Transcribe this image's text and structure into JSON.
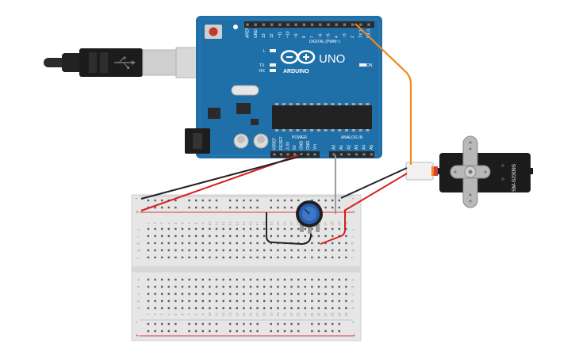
{
  "arduino": {
    "brand": "ARDUINO",
    "model": "UNO",
    "digital_header_label": "DIGITAL (PWM~)",
    "power_label": "POWER",
    "analog_label": "ANALOG IN",
    "on_label": "ON",
    "led_l": "L",
    "led_tx": "TX",
    "led_rx": "RX",
    "digital_pins": [
      "AREF",
      "GND",
      "13",
      "12",
      "~11",
      "~10",
      "~9",
      "8",
      "7",
      "~6",
      "~5",
      "4",
      "~3",
      "2",
      "TX 1",
      "RX 0"
    ],
    "power_pins": [
      "IOREF",
      "RESET",
      "3.3V",
      "5V",
      "GND",
      "GND",
      "Vin"
    ],
    "analog_pins": [
      "A0",
      "A1",
      "A2",
      "A3",
      "A4",
      "A5"
    ]
  },
  "servo": {
    "model": "SM-S2309S"
  },
  "breadboard": {
    "rail_minus": "-",
    "rail_plus": "+",
    "row_letters_top": [
      "j",
      "i",
      "h",
      "g",
      "f"
    ],
    "row_letters_bottom": [
      "e",
      "d",
      "c",
      "b",
      "a"
    ],
    "column_numbers": [
      "1",
      "2",
      "3",
      "4",
      "5",
      "6",
      "7",
      "8",
      "9",
      "10",
      "11",
      "12",
      "13",
      "14",
      "15",
      "16",
      "17",
      "18",
      "19",
      "20",
      "21",
      "22",
      "23",
      "24",
      "25",
      "26",
      "27",
      "28",
      "29",
      "30"
    ]
  },
  "colors": {
    "board_blue": "#1f6fa8",
    "wire_red": "#d81e1e",
    "wire_black": "#222222",
    "wire_orange": "#f08a1c",
    "wire_gray": "#9c9c9c",
    "pot_blue": "#2a5fb0"
  }
}
